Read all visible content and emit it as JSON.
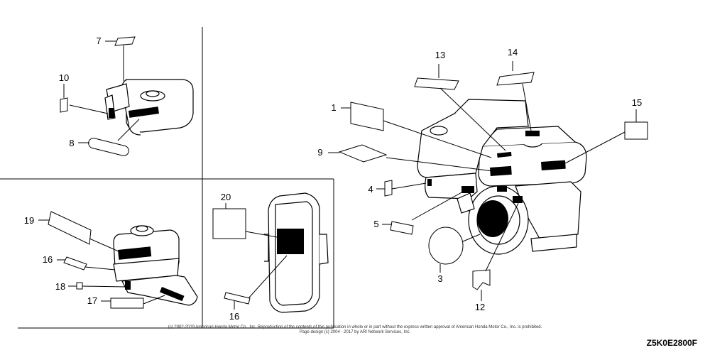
{
  "callouts": [
    "1",
    "3",
    "4",
    "5",
    "7",
    "8",
    "9",
    "10",
    "12",
    "13",
    "14",
    "15",
    "16",
    "16",
    "17",
    "18",
    "19",
    "20"
  ],
  "copyright_line1": "(c) 2002-2019 American Honda Motor Co., Inc. Reproduction of the contents of this publication in whole or in part without the express written approval of American Honda Motor Co., Inc. is prohibited.",
  "copyright_line2": "Page design (c) 2004 - 2017 by ARI Network Services, Inc.",
  "figure_code": "Z5K0E2800F"
}
